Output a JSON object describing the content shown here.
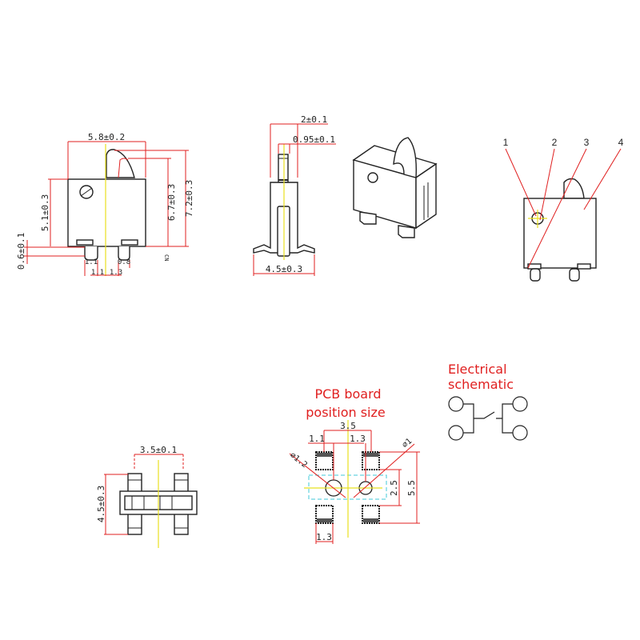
{
  "front_view": {
    "width": "5.8±0.2",
    "height_body": "5.1±0.3",
    "height_lever": "6.7±0.3",
    "height_total": "7.2±0.3",
    "pin_offset": "0.6±0.1",
    "pin_width_left": "1.1",
    "pin_width_right": "0.8",
    "pitch_left": "1.1",
    "pitch_right": "1.3",
    "note": "CN"
  },
  "side_view": {
    "width_top": "2±0.1",
    "plunger_width": "0.95±0.1",
    "base_width": "4.5±0.3"
  },
  "labeled_view": {
    "labels": [
      "1",
      "2",
      "3",
      "4"
    ]
  },
  "bottom_view": {
    "pitch": "3.5±0.1",
    "length": "4.5±0.3"
  },
  "pcb_layout": {
    "title_line1": "PCB board",
    "title_line2": "position size",
    "dim_total": "3.5",
    "dim_left": "1.1",
    "dim_right": "1.3",
    "hole_left": "⌀1.2",
    "hole_right": "⌀1",
    "dim_height_inner": "2.5",
    "dim_height_outer": "5.5",
    "pad_width": "1.3"
  },
  "schematic": {
    "title_line1": "Electrical",
    "title_line2": "schematic"
  },
  "colors": {
    "dimension": "#e02020",
    "centerline": "#e8e020",
    "outline": "#222222",
    "keepout": "#40c8d8"
  }
}
